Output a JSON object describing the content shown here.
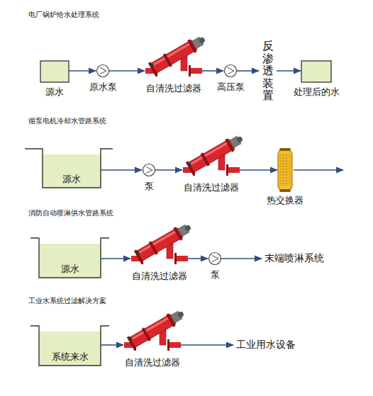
{
  "diagram": {
    "nodes": [
      {
        "text": [
          "源水"
        ]
      },
      {
        "text": [
          "原水泵"
        ]
      },
      {
        "text": [
          "自清洗过滤器"
        ]
      },
      {
        "text": [
          "高压泵"
        ]
      },
      {
        "text": [
          "反渗透装置"
        ]
      },
      {
        "text": [
          "处理后的水"
        ]
      },
      {
        "text": [
          "源水"
        ]
      },
      {
        "text": [
          "泵"
        ]
      },
      {
        "text": [
          "自清洗过滤器"
        ]
      },
      {
        "text": [
          "热交换器"
        ]
      },
      {
        "text": [
          "源水"
        ]
      },
      {
        "text": [
          "自清洗过滤器"
        ]
      },
      {
        "text": [
          "泵"
        ]
      },
      {
        "text": [
          "末端喷淋系统"
        ]
      },
      {
        "text": [
          "系统来水"
        ]
      },
      {
        "text": [
          "自清洗过滤器"
        ]
      },
      {
        "text": [
          "工业用水设备"
        ]
      }
    ],
    "edges": [
      {
        "from": 0,
        "to": 1,
        "arrow": "to"
      },
      {
        "from": 1,
        "to": 2,
        "arrow": "to"
      },
      {
        "from": 2,
        "to": 3,
        "arrow": "to"
      },
      {
        "from": 3,
        "to": 4,
        "arrow": "to"
      },
      {
        "from": 4,
        "to": 5,
        "arrow": "to"
      },
      {
        "from": 6,
        "to": 7,
        "arrow": "to"
      },
      {
        "from": 7,
        "to": 8,
        "arrow": "to"
      },
      {
        "from": 8,
        "to": 9,
        "arrow": "to"
      },
      {
        "from": 10,
        "to": 11,
        "arrow": "to"
      },
      {
        "from": 11,
        "to": 12,
        "arrow": "to"
      },
      {
        "from": 12,
        "to": 13,
        "arrow": "to"
      },
      {
        "from": 14,
        "to": 15,
        "arrow": "to"
      },
      {
        "from": 15,
        "to": 16,
        "arrow": "to"
      }
    ],
    "labels": [
      "电厂锅炉给水处理系统",
      "循泵电机冷却水管路系统",
      "消防自动喷淋供水管路系统",
      "工业水系统过滤解决方案"
    ]
  }
}
